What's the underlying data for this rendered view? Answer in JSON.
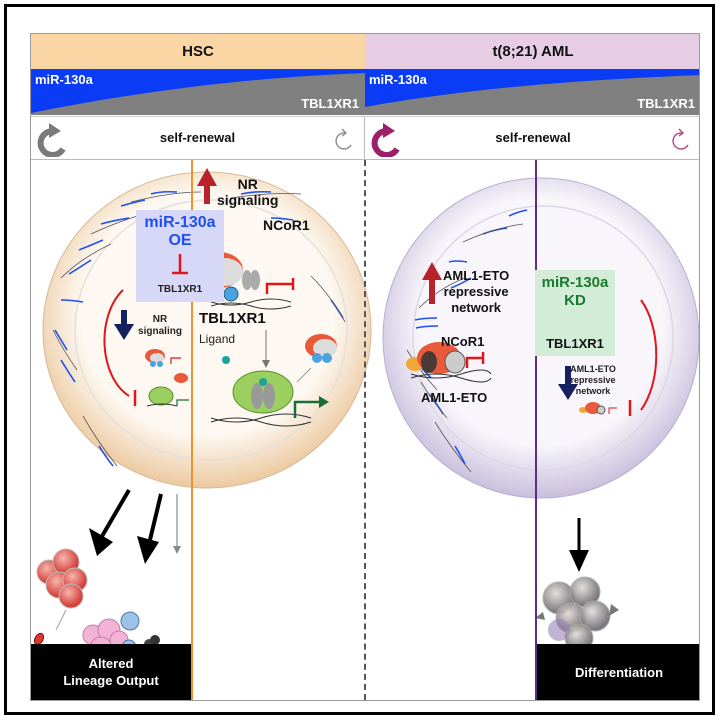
{
  "figure": {
    "left_panel": {
      "title": "HSC",
      "gradient_top_label": "miR-130a",
      "gradient_bottom_label": "TBL1XR1",
      "self_renewal_label": "self-renewal",
      "left_half": {
        "box_title_line1": "miR-130a",
        "box_title_line2": "OE",
        "box_target": "TBL1XR1",
        "nr_line1": "NR",
        "nr_line2": "signaling"
      },
      "right_half": {
        "nr_line1": "NR",
        "nr_line2": "signaling",
        "ncor1": "NCoR1",
        "tbl1xr1": "TBL1XR1",
        "ligand": "Ligand"
      },
      "outcome_line1": "Altered",
      "outcome_line2": "Lineage Output",
      "colors": {
        "header": "#fad6a5",
        "divider": "#f0922b",
        "cell": "#f3dcc0"
      }
    },
    "right_panel": {
      "title": "t(8;21) AML",
      "gradient_top_label": "miR-130a",
      "gradient_bottom_label": "TBL1XR1",
      "self_renewal_label": "self-renewal",
      "left_half": {
        "net_line1": "AML1-ETO",
        "net_line2": "repressive",
        "net_line3": "network",
        "ncor1": "NCoR1",
        "aml1eto": "AML1-ETO"
      },
      "right_half": {
        "box_title_line1": "miR-130a",
        "box_title_line2": "KD",
        "box_target": "TBL1XR1",
        "net_line1": "AML1-ETO",
        "net_line2": "repressive",
        "net_line3": "network"
      },
      "outcome": "Differentiation",
      "colors": {
        "header": "#e6cde4",
        "divider": "#5b2d8c",
        "cell": "#d8d0e6"
      }
    },
    "colors": {
      "mir_blue": "#0a3cf5",
      "tbl_gray": "#808080",
      "inhibit_red": "#e0161b",
      "up_red": "#b8222a",
      "down_navy": "#15205e",
      "kd_green": "#1a7a2e",
      "oe_blue": "#1f4ff0"
    }
  }
}
